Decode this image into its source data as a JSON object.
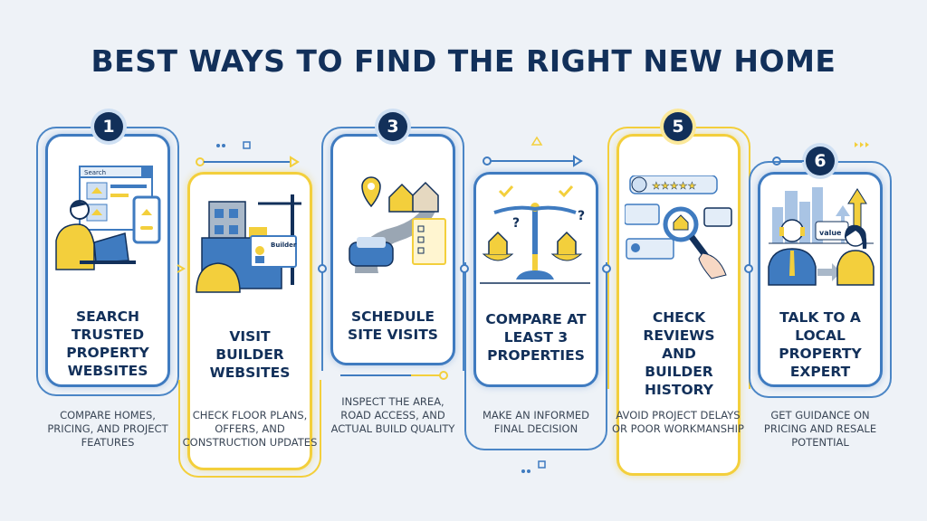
{
  "title": "BEST WAYS TO FIND THE RIGHT NEW HOME",
  "colors": {
    "navy": "#12305a",
    "blue": "#3f7bc0",
    "yellow": "#f3cf3c",
    "background": "#eef2f7"
  },
  "steps": [
    {
      "number": "1",
      "title": "SEARCH TRUSTED PROPERTY WEBSITES",
      "description": "COMPARE HOMES, PRICING, AND PROJECT FEATURES",
      "icon": "person-laptop-search-icon",
      "search_label": "Search"
    },
    {
      "number": "",
      "title": "VISIT BUILDER WEBSITES",
      "description": "CHECK FLOOR PLANS, OFFERS, AND CONSTRUCTION UPDATES",
      "icon": "construction-builder-icon",
      "builder_label": "Builder"
    },
    {
      "number": "3",
      "title": "SCHEDULE SITE VISITS",
      "description": "INSPECT THE AREA, ROAD ACCESS, AND ACTUAL BUILD QUALITY",
      "icon": "car-road-houses-icon"
    },
    {
      "number": "",
      "title": "COMPARE AT LEAST 3 PROPERTIES",
      "description": "MAKE AN INFORMED FINAL DECISION",
      "icon": "balance-scale-houses-icon"
    },
    {
      "number": "5",
      "title": "CHECK REVIEWS AND BUILDER HISTORY",
      "description": "AVOID PROJECT DELAYS OR POOR WORKMANSHIP",
      "icon": "reviews-magnifier-icon"
    },
    {
      "number": "6",
      "title": "TALK TO A LOCAL PROPERTY EXPERT",
      "description": "GET GUIDANCE ON PRICING AND RESALE POTENTIAL",
      "icon": "expert-consultation-icon",
      "value_label": "value"
    }
  ]
}
